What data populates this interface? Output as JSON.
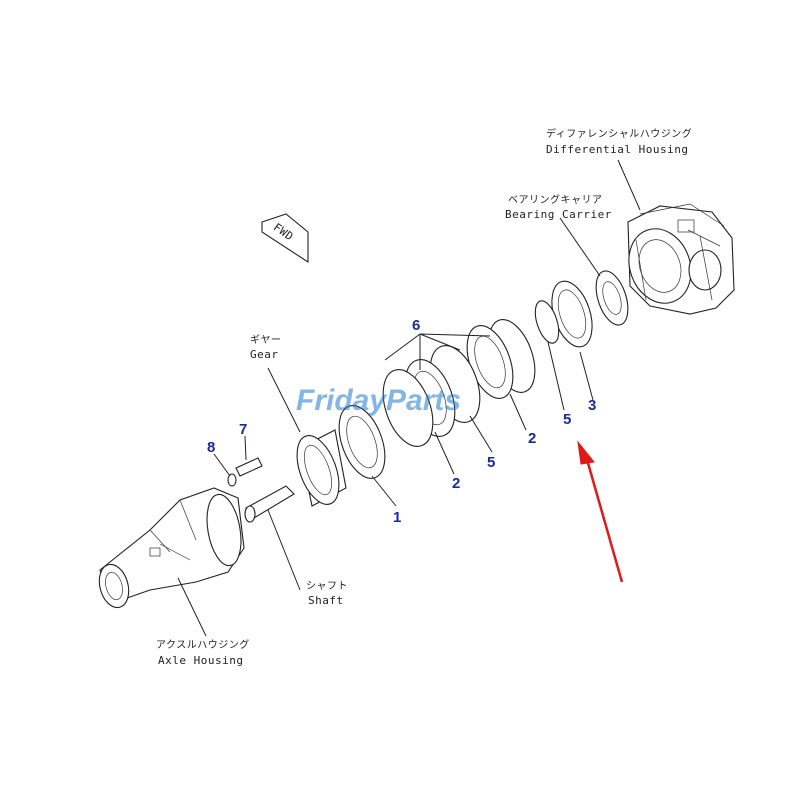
{
  "labels": {
    "differential_housing_jp": "ディファレンシャルハウジング",
    "differential_housing_en": "Differential Housing",
    "bearing_carrier_jp": "ベアリングキャリア",
    "bearing_carrier_en": "Bearing Carrier",
    "gear_jp": "ギヤー",
    "gear_en": "Gear",
    "shaft_jp": "シャフト",
    "shaft_en": "Shaft",
    "axle_housing_jp": "アクスルハウジング",
    "axle_housing_en": "Axle Housing",
    "fwd": "FWD"
  },
  "callouts": {
    "n1": "1",
    "n2a": "2",
    "n2b": "2",
    "n3": "3",
    "n5a": "5",
    "n5b": "5",
    "n6": "6",
    "n7": "7",
    "n8": "8"
  },
  "watermark": "FridayParts",
  "colors": {
    "callout": "#1a2a9c",
    "arrow": "#e0191b",
    "watermark": "#1f7ad1",
    "line": "#222222"
  }
}
